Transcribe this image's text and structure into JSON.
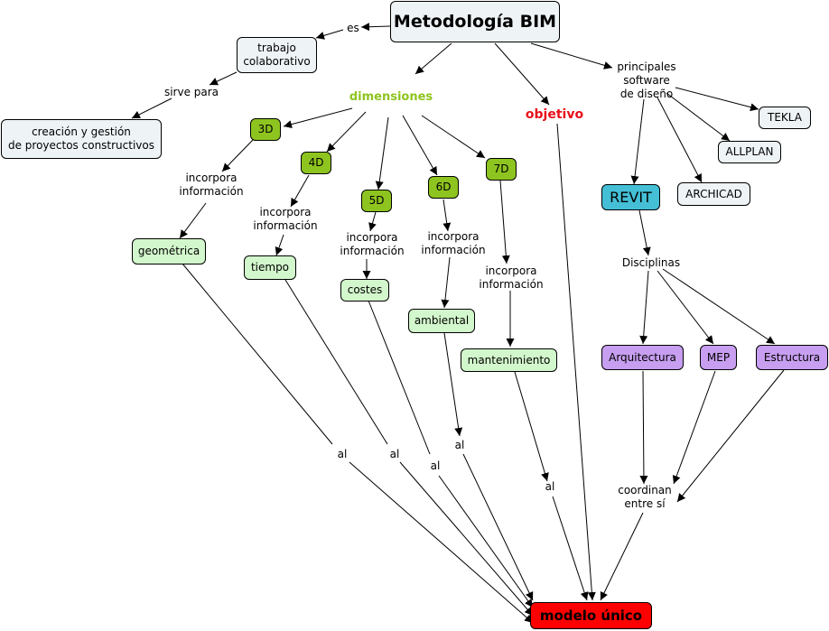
{
  "nodes": {
    "metodologia": "Metodología BIM",
    "es": "es",
    "trabajo": "trabajo\ncolaborativo",
    "sirve": "sirve para",
    "creacion": "creación y gestión\nde proyectos constructivos",
    "dimensiones": "dimensiones",
    "objetivo": "objetivo",
    "principales": "principales\nsoftware\nde diseño",
    "tekla": "TEKLA",
    "allplan": "ALLPLAN",
    "archicad": "ARCHICAD",
    "revit": "REVIT",
    "disciplinas": "Disciplinas",
    "arquitectura": "Arquitectura",
    "mep": "MEP",
    "estructura": "Estructura",
    "coordinan": "coordinan\nentre sí",
    "d3": "3D",
    "d4": "4D",
    "d5": "5D",
    "d6": "6D",
    "d7": "7D",
    "inc3": "incorpora\ninformación",
    "inc4": "incorpora\ninformación",
    "inc5": "incorpora\ninformación",
    "inc6": "incorpora\ninformación",
    "inc7": "incorpora\ninformación",
    "geometrica": "geométrica",
    "tiempo": "tiempo",
    "costes": "costes",
    "ambiental": "ambiental",
    "mantenimiento": "mantenimiento",
    "al1": "al",
    "al2": "al",
    "al3": "al",
    "al4": "al",
    "al5": "al",
    "modelo": "modelo único"
  }
}
